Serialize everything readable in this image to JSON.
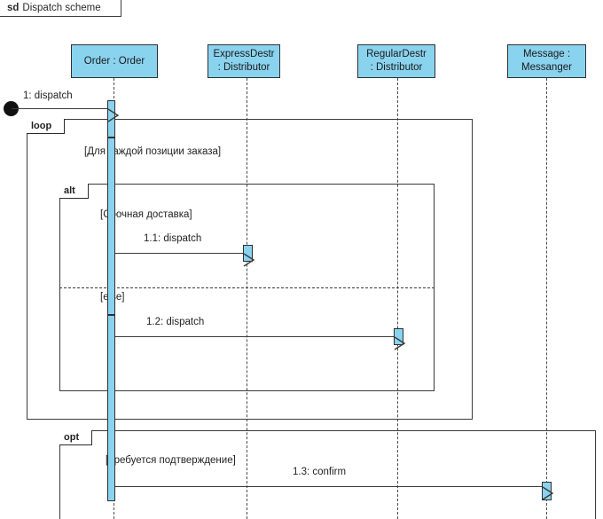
{
  "diagram": {
    "keyword": "sd",
    "title": "Dispatch scheme",
    "colors": {
      "lifeline_fill": "#8AD3EF",
      "border": "#2f2f2f",
      "line": "#3a3a3a",
      "text": "#222222"
    }
  },
  "lifelines": [
    {
      "id": "order",
      "label_line1": "Order : Order",
      "label_line2": ""
    },
    {
      "id": "expressdestr",
      "label_line1": "ExpressDestr",
      "label_line2": ": Distributor"
    },
    {
      "id": "regulardestr",
      "label_line1": "RegularDestr",
      "label_line2": ": Distributor"
    },
    {
      "id": "message",
      "label_line1": "Message :",
      "label_line2": "Messanger"
    }
  ],
  "messages": [
    {
      "id": "m1",
      "label": "1: dispatch",
      "from": "found",
      "to": "order"
    },
    {
      "id": "m1_1",
      "label": "1.1: dispatch",
      "from": "order",
      "to": "expressdestr"
    },
    {
      "id": "m1_2",
      "label": "1.2: dispatch",
      "from": "order",
      "to": "regulardestr"
    },
    {
      "id": "m1_3",
      "label": "1.3: confirm",
      "from": "order",
      "to": "message"
    }
  ],
  "fragments": [
    {
      "id": "loop",
      "operator": "loop",
      "guards": [
        "[Для каждой позиции заказа]"
      ]
    },
    {
      "id": "alt",
      "operator": "alt",
      "guards": [
        "[Срочная доставка]",
        "[else]"
      ]
    },
    {
      "id": "opt",
      "operator": "opt",
      "guards": [
        "[Требуется подтверждение]"
      ]
    }
  ]
}
